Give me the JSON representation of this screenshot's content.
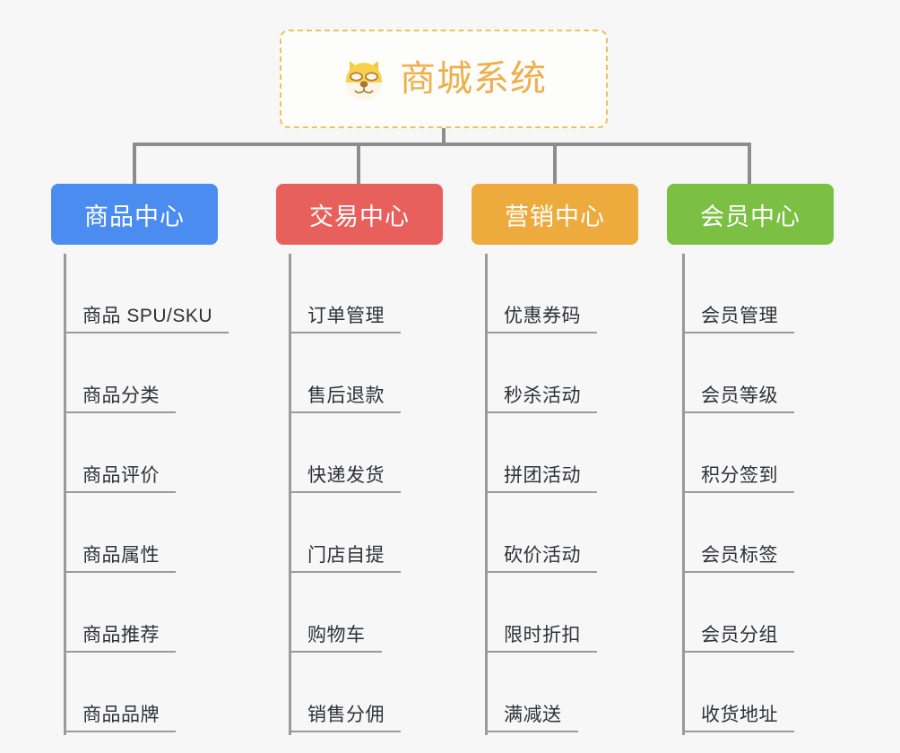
{
  "page": {
    "background_color": "#f7f7f7",
    "type": "organization-chart"
  },
  "root": {
    "title": "商城系统",
    "icon": "shiba-dog-face-icon",
    "text_color": "#edb04a",
    "border_color": "#f3c05a",
    "background_color": "#fdfdfc"
  },
  "connector": {
    "color": "#8d8d8d"
  },
  "columns": [
    {
      "id": "product-center",
      "title": "商品中心",
      "color": "#4a8cf0",
      "items": [
        "商品 SPU/SKU",
        "商品分类",
        "商品评价",
        "商品属性",
        "商品推荐",
        "商品品牌"
      ]
    },
    {
      "id": "trade-center",
      "title": "交易中心",
      "color": "#e8605c",
      "items": [
        "订单管理",
        "售后退款",
        "快递发货",
        "门店自提",
        "购物车",
        "销售分佣"
      ]
    },
    {
      "id": "marketing-center",
      "title": "营销中心",
      "color": "#eeab3d",
      "items": [
        "优惠券码",
        "秒杀活动",
        "拼团活动",
        "砍价活动",
        "限时折扣",
        "满减送"
      ]
    },
    {
      "id": "member-center",
      "title": "会员中心",
      "color": "#7bc043",
      "items": [
        "会员管理",
        "会员等级",
        "积分签到",
        "会员标签",
        "会员分组",
        "收货地址"
      ]
    }
  ]
}
